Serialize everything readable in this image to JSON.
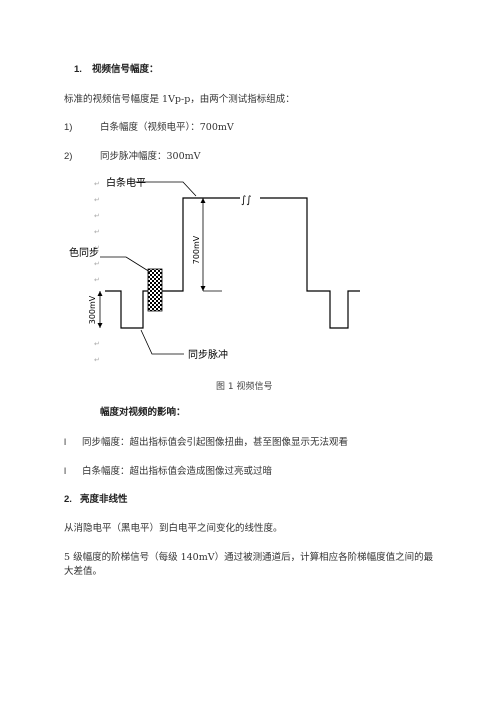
{
  "section1": {
    "number": "1.",
    "title": "视频信号幅度：",
    "intro": "标准的视频信号幅度是 1Vp-p，由两个测试指标组成：",
    "items": [
      {
        "num": "1)",
        "label": "白条幅度（视频电平）：700mV"
      },
      {
        "num": "2)",
        "label": "同步脉冲幅度：300mV"
      }
    ]
  },
  "figure": {
    "label_white_level": "白条电平",
    "label_color_burst": "色同步",
    "label_sync_pulse": "同步脉冲",
    "dim_700": "700mV",
    "dim_300": "300mV",
    "break_mark": "∫∫",
    "return_mark": "↵",
    "caption": "图 1 视频信号"
  },
  "effects": {
    "heading": "幅度对视频的影响：",
    "bullets": [
      {
        "marker": "l",
        "text": "同步幅度：超出指标值会引起图像扭曲，甚至图像显示无法观看"
      },
      {
        "marker": "l",
        "text": "白条幅度：超出指标值会造成图像过亮或过暗"
      }
    ]
  },
  "section2": {
    "number": "2.",
    "title": "亮度非线性",
    "p1": "从消隐电平（黑电平）到白电平之间变化的线性度。",
    "p2": "5 级幅度的阶梯信号（每级 140mV）通过被测通道后，计算相应各阶梯幅度值之间的最大差值。"
  }
}
